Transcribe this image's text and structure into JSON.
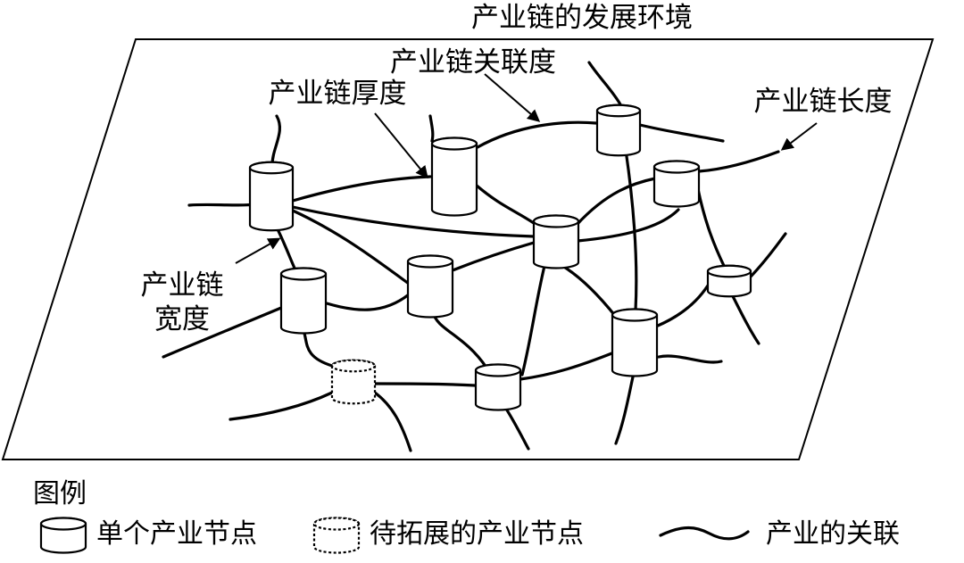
{
  "title": "产业链的发展环境",
  "labels": {
    "association": "产业链关联度",
    "thickness": "产业链厚度",
    "length": "产业链长度",
    "width_line1": "产业链",
    "width_line2": "宽度"
  },
  "legend": {
    "heading": "图例",
    "items": [
      {
        "symbol": "solid-cylinder-icon",
        "label": "单个产业节点"
      },
      {
        "symbol": "dashed-cylinder-icon",
        "label": "待拓展的产业节点"
      },
      {
        "symbol": "wavy-line-icon",
        "label": "产业的关联"
      }
    ]
  },
  "colors": {
    "stroke": "#000000",
    "background": "#ffffff"
  }
}
